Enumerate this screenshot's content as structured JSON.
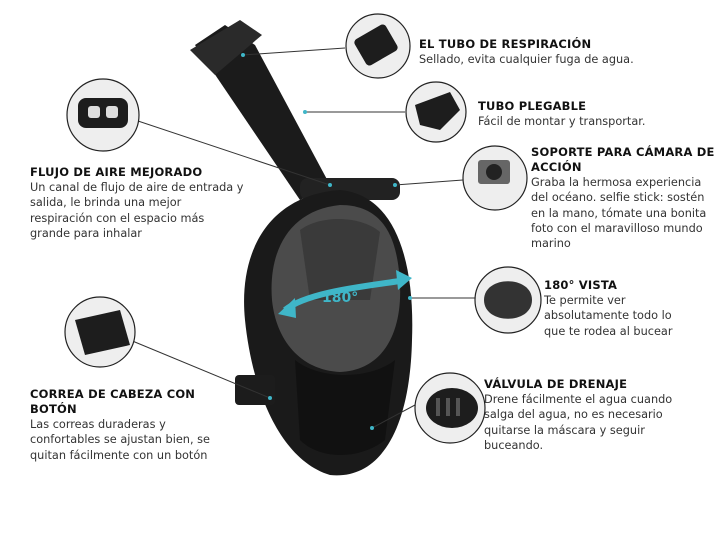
{
  "callouts": [
    {
      "title": "EL TUBO DE RESPIRACIÓN",
      "text": "Sellado, evita cualquier fuga de agua."
    },
    {
      "title": "TUBO PLEGABLE",
      "text": "Fácil de montar y transportar."
    },
    {
      "title": "SOPORTE PARA CÁMARA DE ACCIÓN",
      "text": "Graba la hermosa experiencia del océano. selfie stick: sostén en la mano, tómate una bonita foto con el maravilloso mundo marino"
    },
    {
      "title": "FLUJO DE AIRE MEJORADO",
      "text": "Un canal de flujo de aire de entrada y salida, le brinda una mejor respiración con el espacio más grande para inhalar"
    },
    {
      "title": "180° VISTA",
      "text": "Te permite ver absolutamente todo lo que te rodea al bucear"
    },
    {
      "title": "CORREA DE CABEZA CON BOTÓN",
      "text": "Las correas duraderas y confortables se ajustan bien, se quitan fácilmente con un botón"
    },
    {
      "title": "VÁLVULA DE DRENAJE",
      "text": "Drene fácilmente el agua cuando salga del agua, no es necesario quitarse la máscara y seguir buceando."
    }
  ],
  "view_badge": "180°",
  "colors": {
    "accent": "#3fb6c8",
    "mask": "#1a1a1a"
  }
}
